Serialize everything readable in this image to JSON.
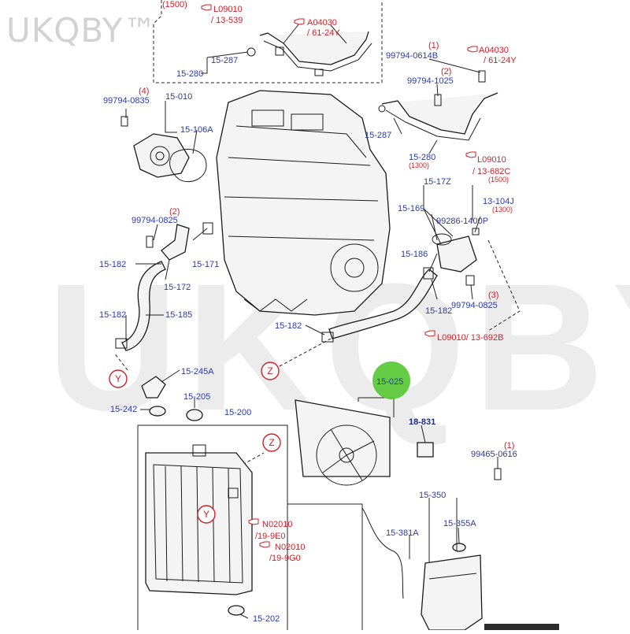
{
  "watermark": {
    "brand": "UKQBY™"
  },
  "highlight": {
    "color": "#5cc93b"
  },
  "colors": {
    "part_number": "#2b3aa8",
    "reference": "#d0202a"
  },
  "labels": {
    "l1500top": "(1500)",
    "l09010a": "L09010",
    "l13539": "/ 13-539",
    "a04030a": "A04030",
    "l6124ya": "/ 61-24Y",
    "l15287a": "15-287",
    "l15280a": "15-280",
    "l99794_0614b": "99794-0614B",
    "q1a": "(1)",
    "a04030b": "A04030",
    "l6124yb": "/ 61-24Y",
    "q2a": "(2)",
    "l99794_1025": "99794-1025",
    "q4": "(4)",
    "l99794_0835": "99794-0835",
    "l15010": "15-010",
    "l15106a": "15-106A",
    "l15287b": "15-287",
    "l15280b": "15-280",
    "l1300a": "(1300)",
    "l09010b": "L09010",
    "l13682c": "/ 13-682C",
    "l1500b": "(1500)",
    "l1517z": "15-17Z",
    "l13104j": "13-104J",
    "l1300b": "(1300)",
    "l15169": "15-169",
    "l99286": "99286-1400P",
    "q2b": "(2)",
    "l99794_0825a": "99794-0825",
    "l15182a": "15-182",
    "l15171": "15-171",
    "l15172": "15-172",
    "l15186": "15-186",
    "l15182b": "15-182",
    "q3": "(3)",
    "l99794_0825b": "99794-0825",
    "l15182c": "15-182",
    "l15185": "15-185",
    "l15182d": "15-182",
    "l09010c": "L09010/ 13-692B",
    "zoneY1": "Y",
    "zoneZ1": "Z",
    "l15245a": "15-245A",
    "l15025": "15-025",
    "l15205": "15-205",
    "l15242": "15-242",
    "l15200": "15-200",
    "l18831": "18-831",
    "q1b": "(1)",
    "l99465": "99465-0616",
    "zoneZ2": "Z",
    "zoneY2": "Y",
    "n02010a": "N02010",
    "l199e0": "/19-9E0",
    "n02010b": "N02010",
    "l199g0": "/19-9G0",
    "l15350": "15-350",
    "l15381a": "15-381A",
    "l15355a": "15-355A",
    "l15202": "15-202"
  },
  "icon_names": [
    "pointing-hand-icon"
  ]
}
